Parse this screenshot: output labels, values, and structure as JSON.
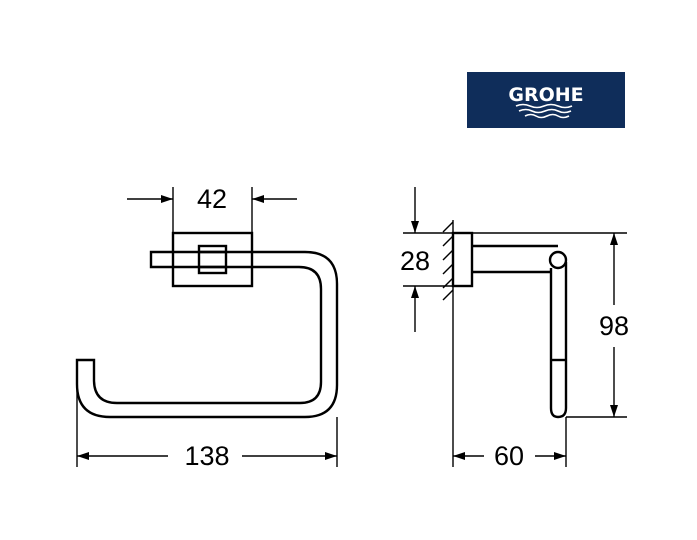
{
  "logo": {
    "text": "GROHE",
    "background": "#0f2d5a"
  },
  "front_view": {
    "dim_plate_width": "42",
    "dim_total_width": "138"
  },
  "side_view": {
    "dim_plate_height": "28",
    "dim_depth": "60",
    "dim_total_height": "98"
  }
}
